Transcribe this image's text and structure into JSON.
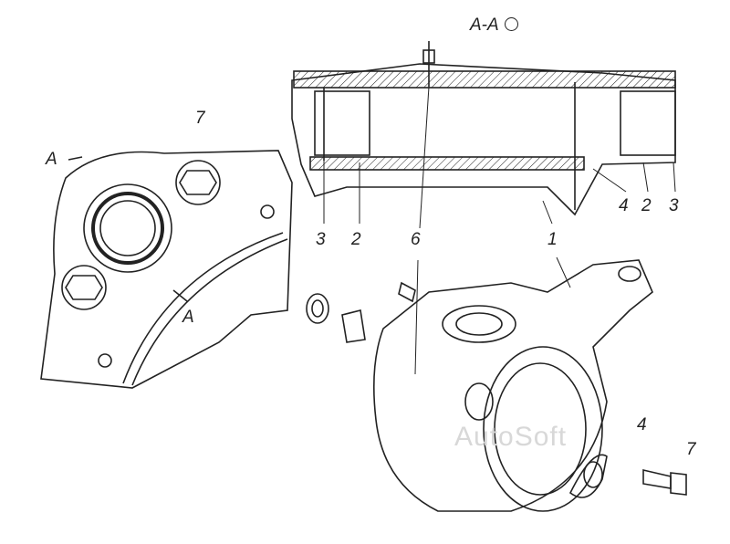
{
  "section_title": "A-A",
  "rotation_symbol": "rotated-view-icon",
  "labels": {
    "section_mark_left": "A",
    "section_mark_lower": "A",
    "left_view_7": "7",
    "left_3": "3",
    "left_2": "2",
    "grease_6": "6",
    "knuckle_1": "1",
    "right_4": "4",
    "right_2": "2",
    "right_3": "3",
    "cover_4": "4",
    "bolt_7": "7"
  },
  "watermark": "AutoSoft",
  "line_color": "#222222"
}
